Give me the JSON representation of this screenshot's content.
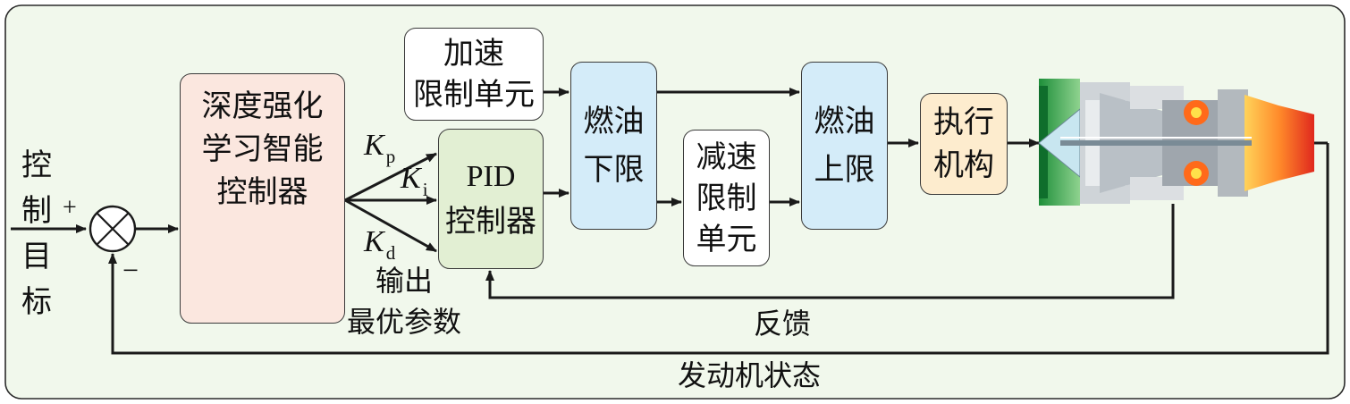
{
  "input": {
    "chars": [
      "控",
      "制",
      "目",
      "标"
    ]
  },
  "sum": {
    "plus": "+",
    "minus": "−"
  },
  "drl": {
    "lines": [
      "深度强化",
      "学习智能",
      "控制器"
    ]
  },
  "gains": {
    "symbol": "K",
    "p": "p",
    "i": "i",
    "d": "d"
  },
  "output_label": "输出",
  "optimal_label": "最优参数",
  "accel": {
    "lines": [
      "加速",
      "限制单元"
    ]
  },
  "pid": {
    "lines": [
      "PID",
      "控制器"
    ]
  },
  "fuel_lower": {
    "lines": [
      "燃油",
      "下限"
    ]
  },
  "decel": {
    "lines": [
      "减速",
      "限制",
      "单元"
    ]
  },
  "fuel_upper": {
    "lines": [
      "燃油",
      "上限"
    ]
  },
  "actuator": {
    "lines": [
      "执行",
      "机构"
    ]
  },
  "feedback_label": "反馈",
  "state_label": "发动机状态",
  "colors": {
    "panel_bg": "#f1f8ec",
    "drl_fill": "#fbe7df",
    "pid_fill": "#e2efd3",
    "fuel_fill": "#d4ecf9",
    "actuator_fill": "#fdecce",
    "white_fill": "#ffffff",
    "line": "#1a1a1a"
  }
}
